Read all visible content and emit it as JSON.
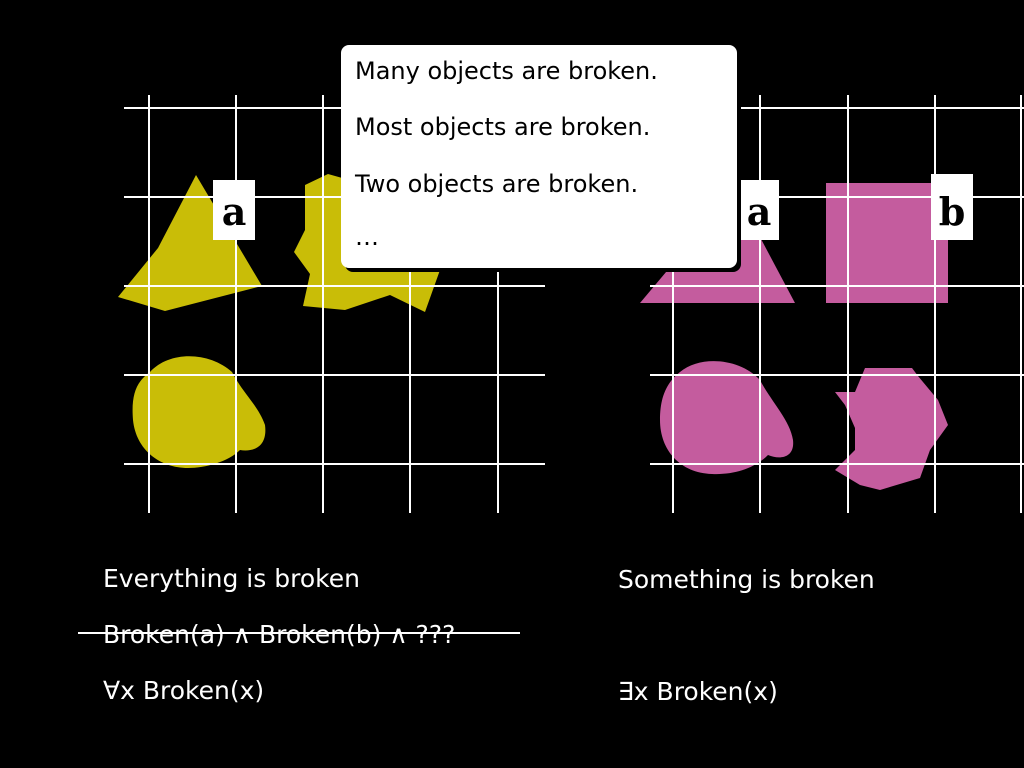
{
  "colors": {
    "background": "#000000",
    "grid": "#ffffff",
    "left_shapes": "#c9bd07",
    "right_shapes": "#c45c9e",
    "label_box": "#ffffff",
    "text": "#ffffff"
  },
  "left_panel": {
    "labels": [
      "a"
    ]
  },
  "right_panel": {
    "labels": [
      "a",
      "b"
    ]
  },
  "callout": {
    "lines": [
      "Many objects are broken.",
      "Most objects are broken.",
      "Two objects are broken.",
      "…"
    ]
  },
  "captions": {
    "left_title": "Everything is broken",
    "left_struck": "Broken(a) ∧ Broken(b) ∧ ???",
    "left_formula": "∀x Broken(x)",
    "right_title": "Something is broken",
    "right_formula": "∃x Broken(x)"
  }
}
